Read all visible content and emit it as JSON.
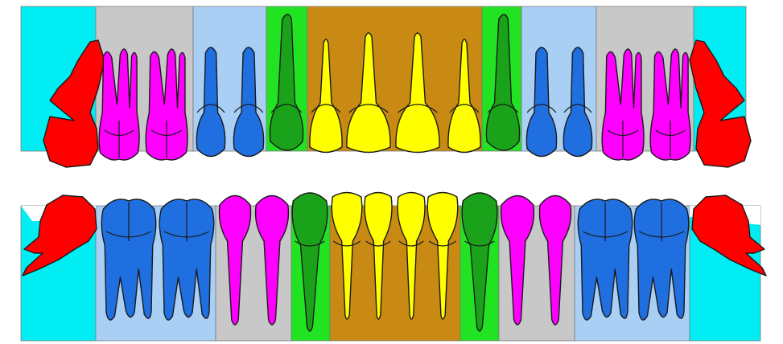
{
  "colors": {
    "third_molar_band": "#00eef3",
    "molar_band_upper": "#c8c8c8",
    "premolar_band_upper": "#a9cff5",
    "canine_band": "#22e322",
    "incisor_band": "#c88a12",
    "background": "#ffffff",
    "third_molar": "#ff0000",
    "molar_upper": "#ff00ff",
    "premolar_upper": "#1f6fe0",
    "canine": "#1aa31a",
    "incisor": "#ffff00",
    "molar_lower": "#1f6fe0",
    "premolar_lower": "#ff00ff"
  },
  "upper_arch": {
    "sequence": [
      "third-molar",
      "molar",
      "molar",
      "premolar",
      "premolar",
      "canine",
      "incisor",
      "incisor",
      "incisor",
      "incisor",
      "canine",
      "premolar",
      "premolar",
      "molar",
      "molar",
      "third-molar"
    ]
  },
  "lower_arch": {
    "sequence": [
      "third-molar",
      "molar",
      "molar",
      "premolar",
      "premolar",
      "canine",
      "incisor",
      "incisor",
      "incisor",
      "incisor",
      "canine",
      "premolar",
      "premolar",
      "molar",
      "molar",
      "third-molar"
    ]
  }
}
